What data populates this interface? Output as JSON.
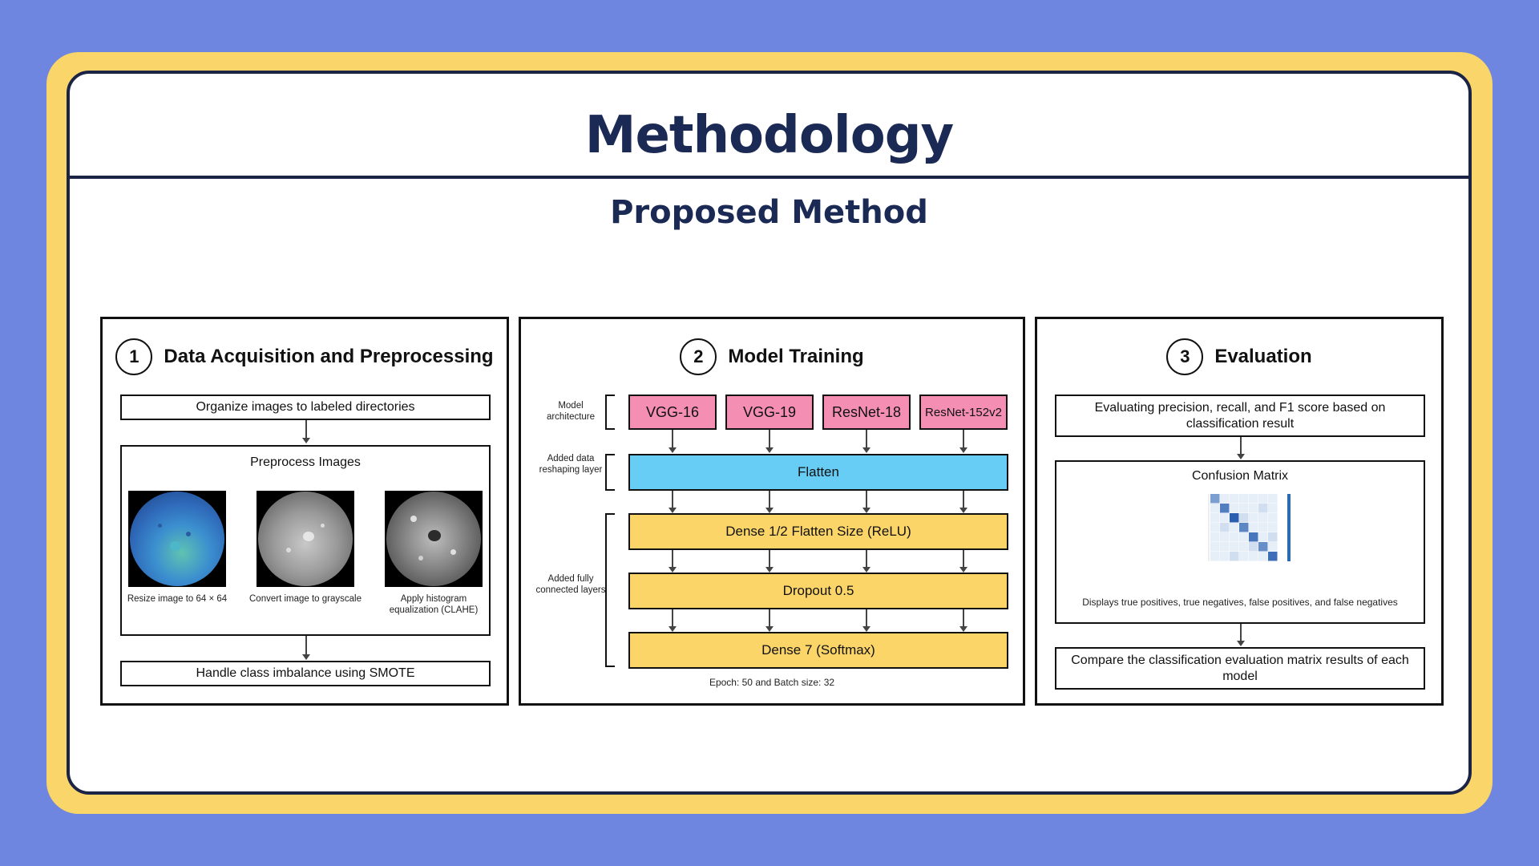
{
  "header": {
    "title": "Methodology",
    "subtitle": "Proposed Method"
  },
  "panels": [
    {
      "step": "1",
      "title": "Data Acquisition and Preprocessing",
      "organize_label": "Organize images to labeled directories",
      "preprocess_title": "Preprocess Images",
      "images": [
        {
          "caption": "Resize image to 64 × 64"
        },
        {
          "caption": "Convert image to grayscale"
        },
        {
          "caption": "Apply histogram equalization (CLAHE)"
        }
      ],
      "smote_label": "Handle class imbalance using SMOTE"
    },
    {
      "step": "2",
      "title": "Model Training",
      "side_labels": {
        "architecture": "Model architecture",
        "reshaping": "Added data reshaping layer",
        "fully_connected": "Added fully connected layers"
      },
      "models": [
        "VGG-16",
        "VGG-19",
        "ResNet-18",
        "ResNet-152v2"
      ],
      "flatten_label": "Flatten",
      "dense_layers": [
        "Dense 1/2 Flatten Size (ReLU)",
        "Dropout 0.5",
        "Dense 7 (Softmax)"
      ],
      "footnote": "Epoch: 50 and Batch size: 32"
    },
    {
      "step": "3",
      "title": "Evaluation",
      "metrics_label": "Evaluating precision, recall, and F1 score based on classification result",
      "cm_title": "Confusion Matrix",
      "cm_caption": "Displays true positives, true negatives, false positives, and false negatives",
      "compare_label": "Compare the classification evaluation matrix results of each model"
    }
  ],
  "colors": {
    "background": "#6e86df",
    "frame": "#fad66a",
    "title": "#1b2a55",
    "model": "#f48fb3",
    "flatten": "#67cdf5",
    "dense": "#fcd569"
  }
}
